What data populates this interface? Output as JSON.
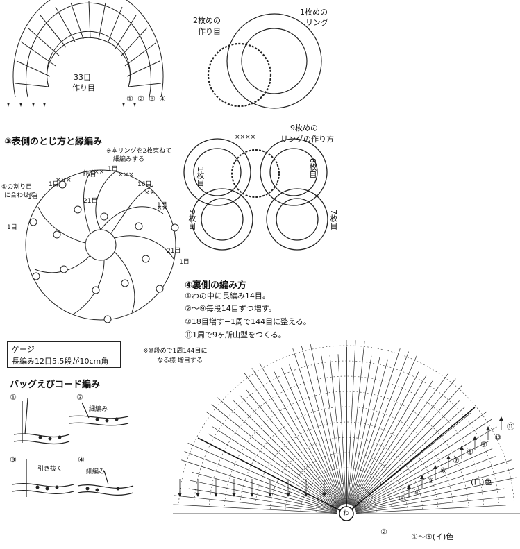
{
  "top_left": {
    "chain_label_line1": "33目",
    "chain_label_line2": "作り目",
    "row_numbers": [
      "①",
      "②",
      "③",
      "④"
    ]
  },
  "top_right": {
    "second_ring_label_line1": "2枚めの",
    "second_ring_label_line2": "作り目",
    "first_ring_label_line1": "1枚めの",
    "first_ring_label_line2": "リング"
  },
  "section3": {
    "title": "③表側のとじ方と縁編み",
    "note_line1": "※本リングを2枚束ねて",
    "note_line2": "細編みする",
    "left_note_line1": "①の割り目",
    "left_note_line2": "に合わせて",
    "counts": [
      "16目",
      "1目",
      "16目",
      "1目",
      "1目",
      "21目",
      "1目",
      "21目",
      "1目",
      "1目"
    ]
  },
  "rings_right": {
    "ninth_label_line1": "9枚めの",
    "ninth_label_line2": "リングの作り方",
    "first_label": "1枚目",
    "second_label": "2枚目",
    "eighth_label": "8枚目",
    "seventh_label": "7枚目"
  },
  "section4": {
    "title": "④裏側の編み方",
    "line1": "①わの中に長編み14目。",
    "line2": "②〜⑨毎段14目ずつ増す。",
    "line3": "⑩18目増す−1周で144目に整える。",
    "line4": "⑪1周で9ヶ所山型をつくる。",
    "note_line1": "※⑩段めで1周144目に",
    "note_line2": "なる様 増目する"
  },
  "gauge": {
    "title": "ゲージ",
    "value": "長編み12目5.5段が10cm角"
  },
  "bag_cord": {
    "title": "バッグえびコード編み",
    "steps": [
      "①",
      "②",
      "③",
      "④"
    ],
    "step2_label": "細編み",
    "step3_label": "引き抜く",
    "step4_label": "細編み"
  },
  "bottom_chart": {
    "row_numbers": [
      "③",
      "④",
      "⑤",
      "⑥",
      "⑦",
      "⑧",
      "⑨",
      "⑩",
      "⑪"
    ],
    "center_label": "わ",
    "row2_label": "②",
    "color_ro": "(ロ)色",
    "color_i": "①〜⑤(イ)色"
  }
}
